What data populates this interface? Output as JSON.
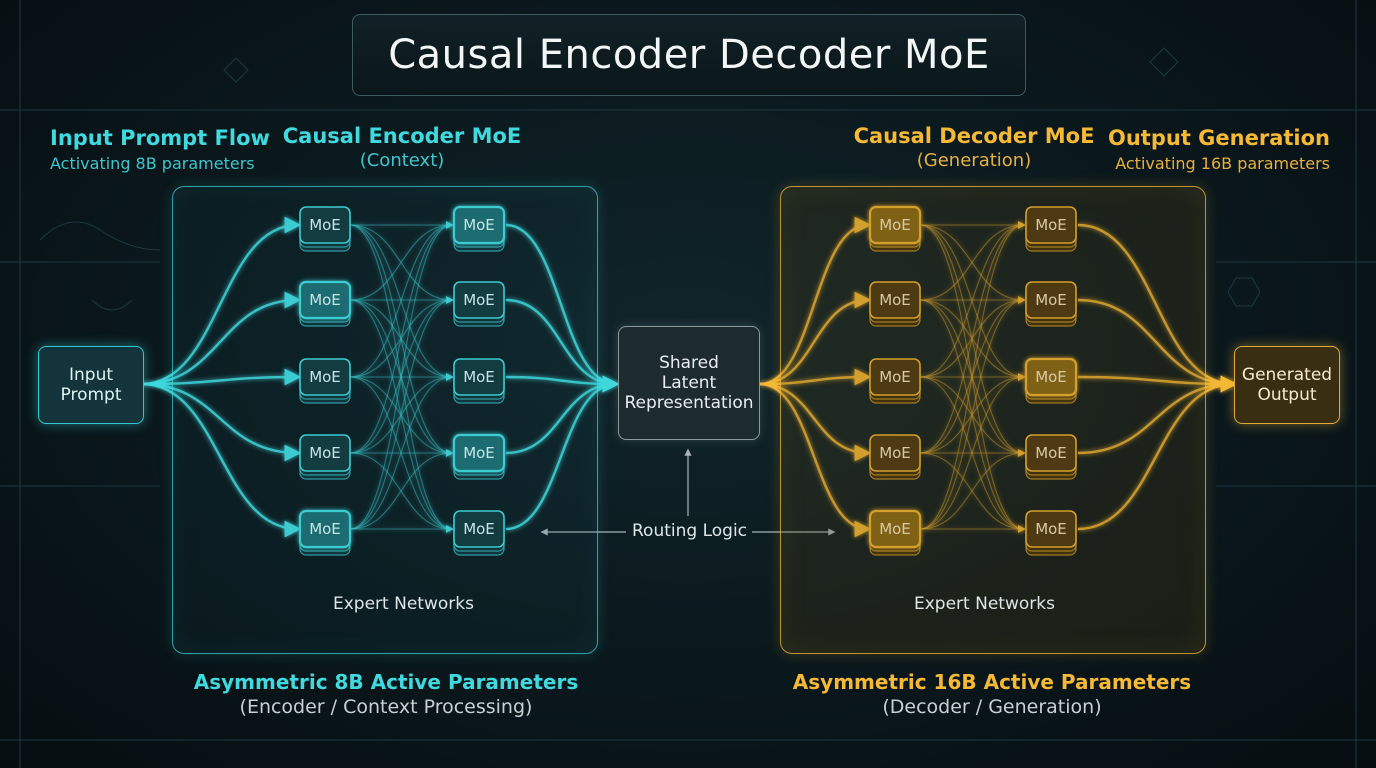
{
  "title": "Causal Encoder Decoder MoE",
  "input_flow": {
    "heading": "Input Prompt Flow",
    "subheading": "Activating 8B parameters"
  },
  "encoder": {
    "heading": "Causal Encoder MoE",
    "subheading": "(Context)",
    "panel_label": "Expert Networks",
    "expert_label": "MoE",
    "footer_heading": "Asymmetric 8B Active Parameters",
    "footer_sub": "(Encoder / Context Processing)"
  },
  "decoder": {
    "heading": "Causal Decoder MoE",
    "subheading": "(Generation)",
    "panel_label": "Expert Networks",
    "expert_label": "MoE",
    "footer_heading": "Asymmetric 16B Active Parameters",
    "footer_sub": "(Decoder / Generation)"
  },
  "output_flow": {
    "heading": "Output Generation",
    "subheading": "Activating 16B parameters"
  },
  "nodes": {
    "input": "Input\nPrompt",
    "shared": "Shared\nLatent\nRepresentation",
    "output": "Generated\nOutput"
  },
  "routing_label": "Routing Logic",
  "colors": {
    "encoder_accent": "#3fd9de",
    "decoder_accent": "#f5b935",
    "neutral": "#a6b4b8"
  }
}
